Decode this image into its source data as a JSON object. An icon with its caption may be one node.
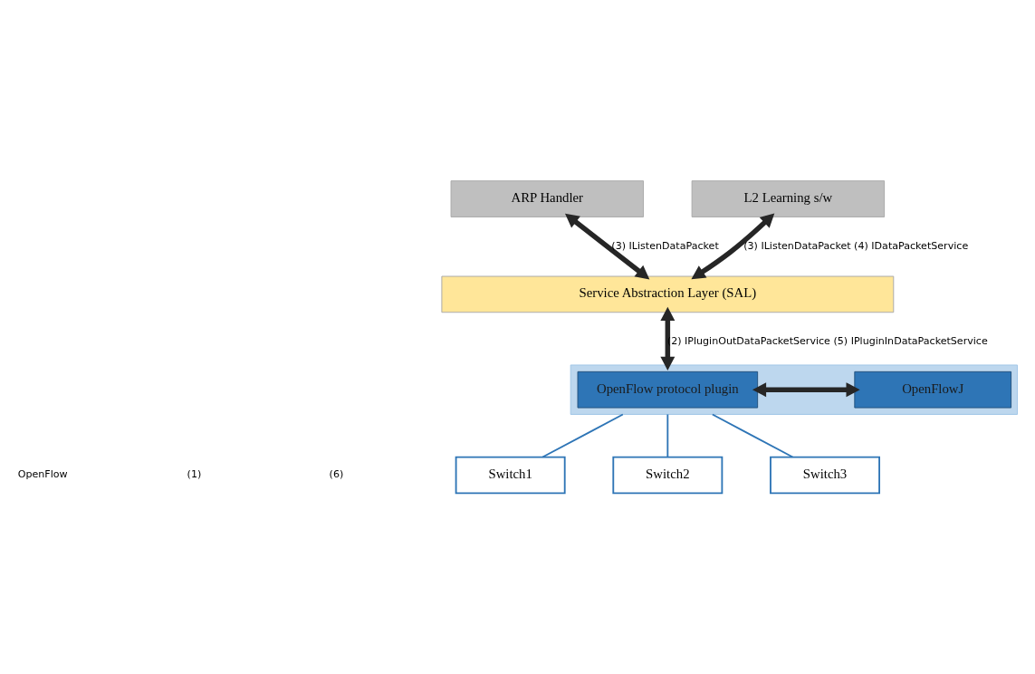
{
  "diagram": {
    "nodes": [
      {
        "text": [
          "ARP Handler"
        ]
      },
      {
        "text": [
          "L2 Learning s/w"
        ]
      },
      {
        "text": [
          "Service Abstraction Layer (SAL)"
        ]
      },
      {
        "text": [],
        "shape": "box"
      },
      {
        "text": [
          "OpenFlow protocol plugin"
        ],
        "in": 3
      },
      {
        "text": [
          "OpenFlowJ"
        ],
        "in": 3
      },
      {
        "text": [
          "Switch1"
        ]
      },
      {
        "text": [
          "Switch2"
        ]
      },
      {
        "text": [
          "Switch3"
        ]
      }
    ],
    "edges": [
      {
        "from": 0,
        "to": 2,
        "arrow": "both",
        "label": "(3) IListenDataPacket"
      },
      {
        "from": 1,
        "to": 2,
        "arrow": "both",
        "label": "(3) IListenDataPacket (4) IDataPacketService"
      },
      {
        "from": 2,
        "to": 3,
        "arrow": "both",
        "label": "(2) IPluginOutDataPacketService (5) IPluginInDataPacketService"
      },
      {
        "from": 4,
        "to": 5,
        "arrow": "both"
      },
      {
        "from": 3,
        "to": 6,
        "arrow": "none",
        "color": "#2e75b6"
      },
      {
        "from": 3,
        "to": 7,
        "arrow": "none",
        "color": "#2e75b6"
      },
      {
        "from": 3,
        "to": 8,
        "arrow": "none",
        "color": "#2e75b6"
      }
    ],
    "labels": [
      "OpenFlow",
      "(1)",
      "(6)"
    ]
  }
}
